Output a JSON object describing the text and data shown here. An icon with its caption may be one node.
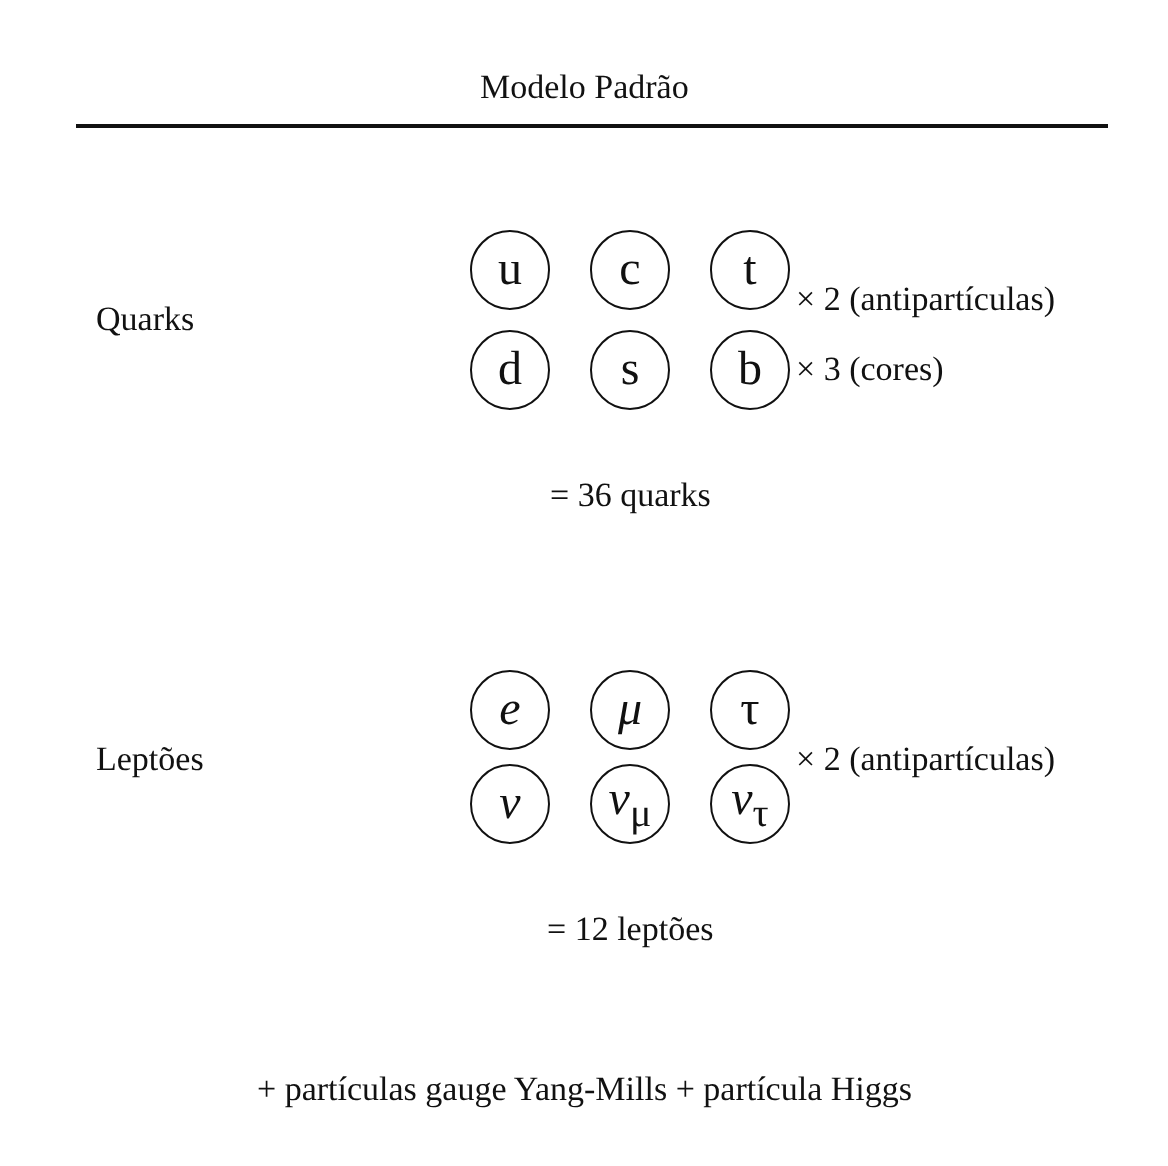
{
  "diagram": {
    "title": "Modelo Padrão",
    "nodes": [
      {
        "text": [
          "u"
        ]
      },
      {
        "text": [
          "c"
        ]
      },
      {
        "text": [
          "t"
        ]
      },
      {
        "text": [
          "d"
        ]
      },
      {
        "text": [
          "s"
        ]
      },
      {
        "text": [
          "b"
        ]
      },
      {
        "text": [
          "*e*"
        ]
      },
      {
        "text": [
          "*μ*"
        ]
      },
      {
        "text": [
          "τ"
        ]
      },
      {
        "text": [
          "*ν*"
        ]
      },
      {
        "text": [
          "*ν*$_{μ}$"
        ]
      },
      {
        "text": [
          "*ν*$_{τ}$"
        ]
      }
    ],
    "labels": [
      "Quarks",
      "× 2 (antipartículas)",
      "× 3 (cores)",
      "= 36 quarks",
      "Leptões",
      "× 2 (antipartículas)",
      "= 12 leptões",
      "+ partículas gauge Yang-Mills + partícula Higgs"
    ]
  }
}
